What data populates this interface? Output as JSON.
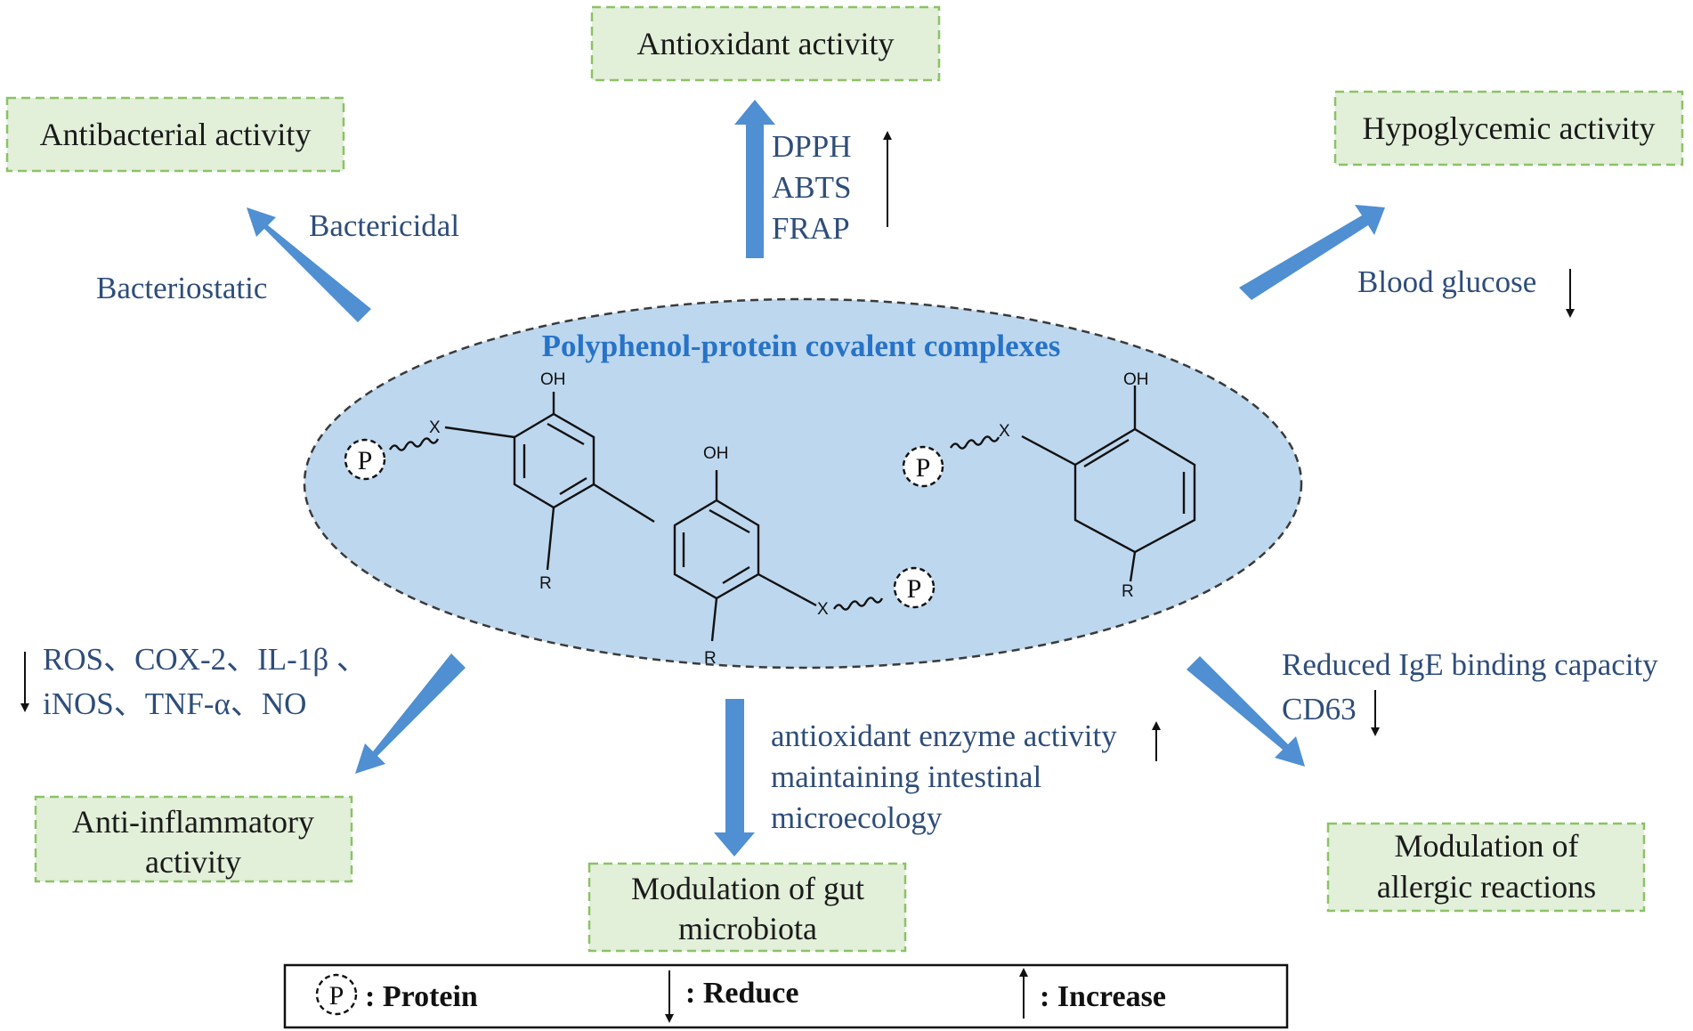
{
  "colors": {
    "box_fill": "#e2efd9",
    "box_border": "#8cc267",
    "arrow": "#4f8fd2",
    "ellipse_fill": "#bdd7ee",
    "annotation_text": "#2e4d7a",
    "title_text": "#2673c8"
  },
  "center": {
    "title": "Polyphenol-protein covalent complexes",
    "labels": {
      "oh": "OH",
      "x": "X",
      "r": "R",
      "p": "P"
    }
  },
  "boxes": {
    "antioxidant": [
      "Antioxidant activity"
    ],
    "antibacterial": [
      "Antibacterial activity"
    ],
    "hypoglycemic": [
      "Hypoglycemic activity"
    ],
    "anti_inflammatory": [
      "Anti-inflammatory",
      "activity"
    ],
    "gut": [
      "Modulation of gut",
      "microbiota"
    ],
    "allergic": [
      "Modulation of",
      "allergic reactions"
    ]
  },
  "annotations": {
    "antioxidant": [
      "DPPH",
      "ABTS",
      "FRAP"
    ],
    "antibacterial": [
      "Bactericidal",
      "Bacteriostatic"
    ],
    "hypoglycemic": [
      "Blood glucose"
    ],
    "anti_inflammatory": [
      "ROS、COX-2、IL-1β 、",
      "iNOS、TNF-α、NO"
    ],
    "gut": [
      "antioxidant enzyme activity",
      "maintaining intestinal",
      "microecology"
    ],
    "allergic": [
      "Reduced IgE binding capacity",
      "CD63"
    ]
  },
  "legend": {
    "protein_symbol": "P",
    "protein": ": Protein",
    "reduce": ": Reduce",
    "increase": ": Increase"
  }
}
